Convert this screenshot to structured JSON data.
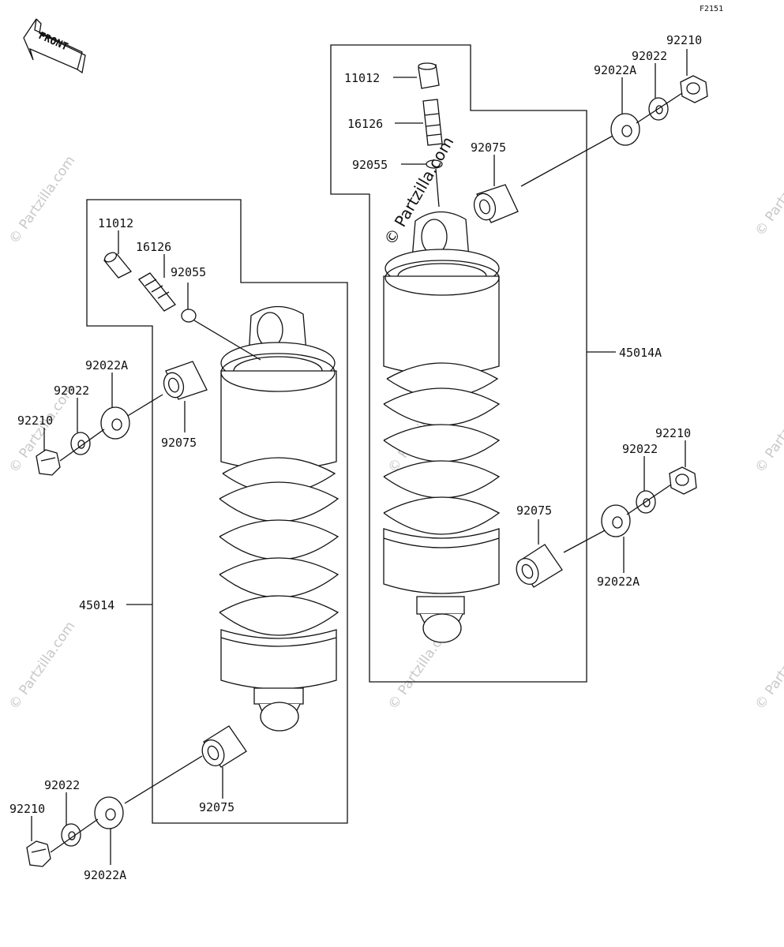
{
  "figure_code": "F2151",
  "front_label": "FRONT",
  "watermark_main": "© Partzilla.com",
  "watermark_faint": "© Partzilla.com",
  "left_assembly": {
    "assembly_label": "45014",
    "labels": {
      "valve_cap": "11012",
      "valve": "16126",
      "o_ring": "92055",
      "top_collar": "92075",
      "top_washer_a": "92022A",
      "top_washer": "92022",
      "top_nut": "92210",
      "bottom_collar": "92075",
      "bottom_washer": "92022",
      "bottom_nut": "92210",
      "bottom_washer_a": "92022A"
    }
  },
  "right_assembly": {
    "assembly_label": "45014A",
    "labels": {
      "valve_cap": "11012",
      "valve": "16126",
      "o_ring": "92055",
      "top_collar": "92075",
      "top_washer_a": "92022A",
      "top_washer": "92022",
      "top_nut": "92210",
      "bottom_nut": "92210",
      "bottom_washer": "92022",
      "bottom_collar": "92075",
      "bottom_washer_a": "92022A"
    }
  }
}
